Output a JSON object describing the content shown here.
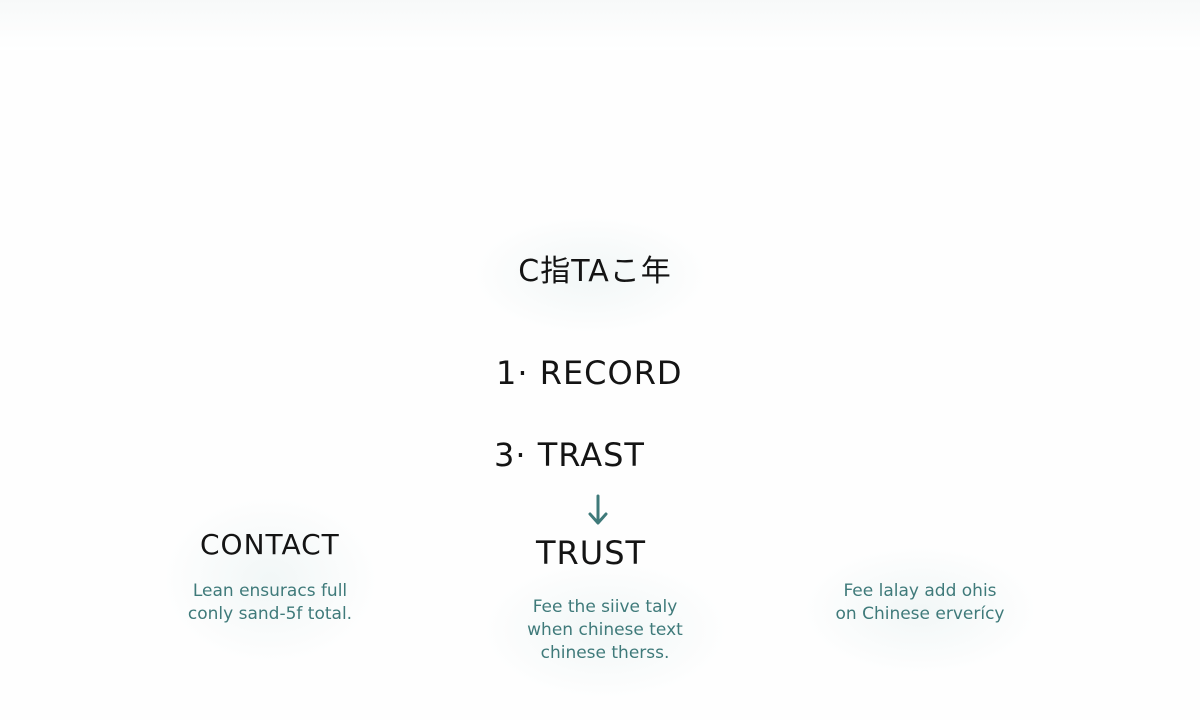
{
  "title": "C指TAこ年",
  "steps": {
    "step1": "1· RECORD",
    "step3": "3· TRAST",
    "result": "TRUST"
  },
  "arrow_icon": "arrow-down-icon",
  "accent_color": "#3f7a7a",
  "contact": {
    "heading": "CONTACT",
    "caption_line1": "Lean ensuracs full",
    "caption_line2": "conly sand-5f total."
  },
  "center_caption": {
    "line1": "Fee the siive taly",
    "line2": "when chinese text",
    "line3": "chinese therss."
  },
  "right_caption": {
    "line1": "Fee lalay add ohis",
    "line2": "on Chinese erverícy"
  }
}
